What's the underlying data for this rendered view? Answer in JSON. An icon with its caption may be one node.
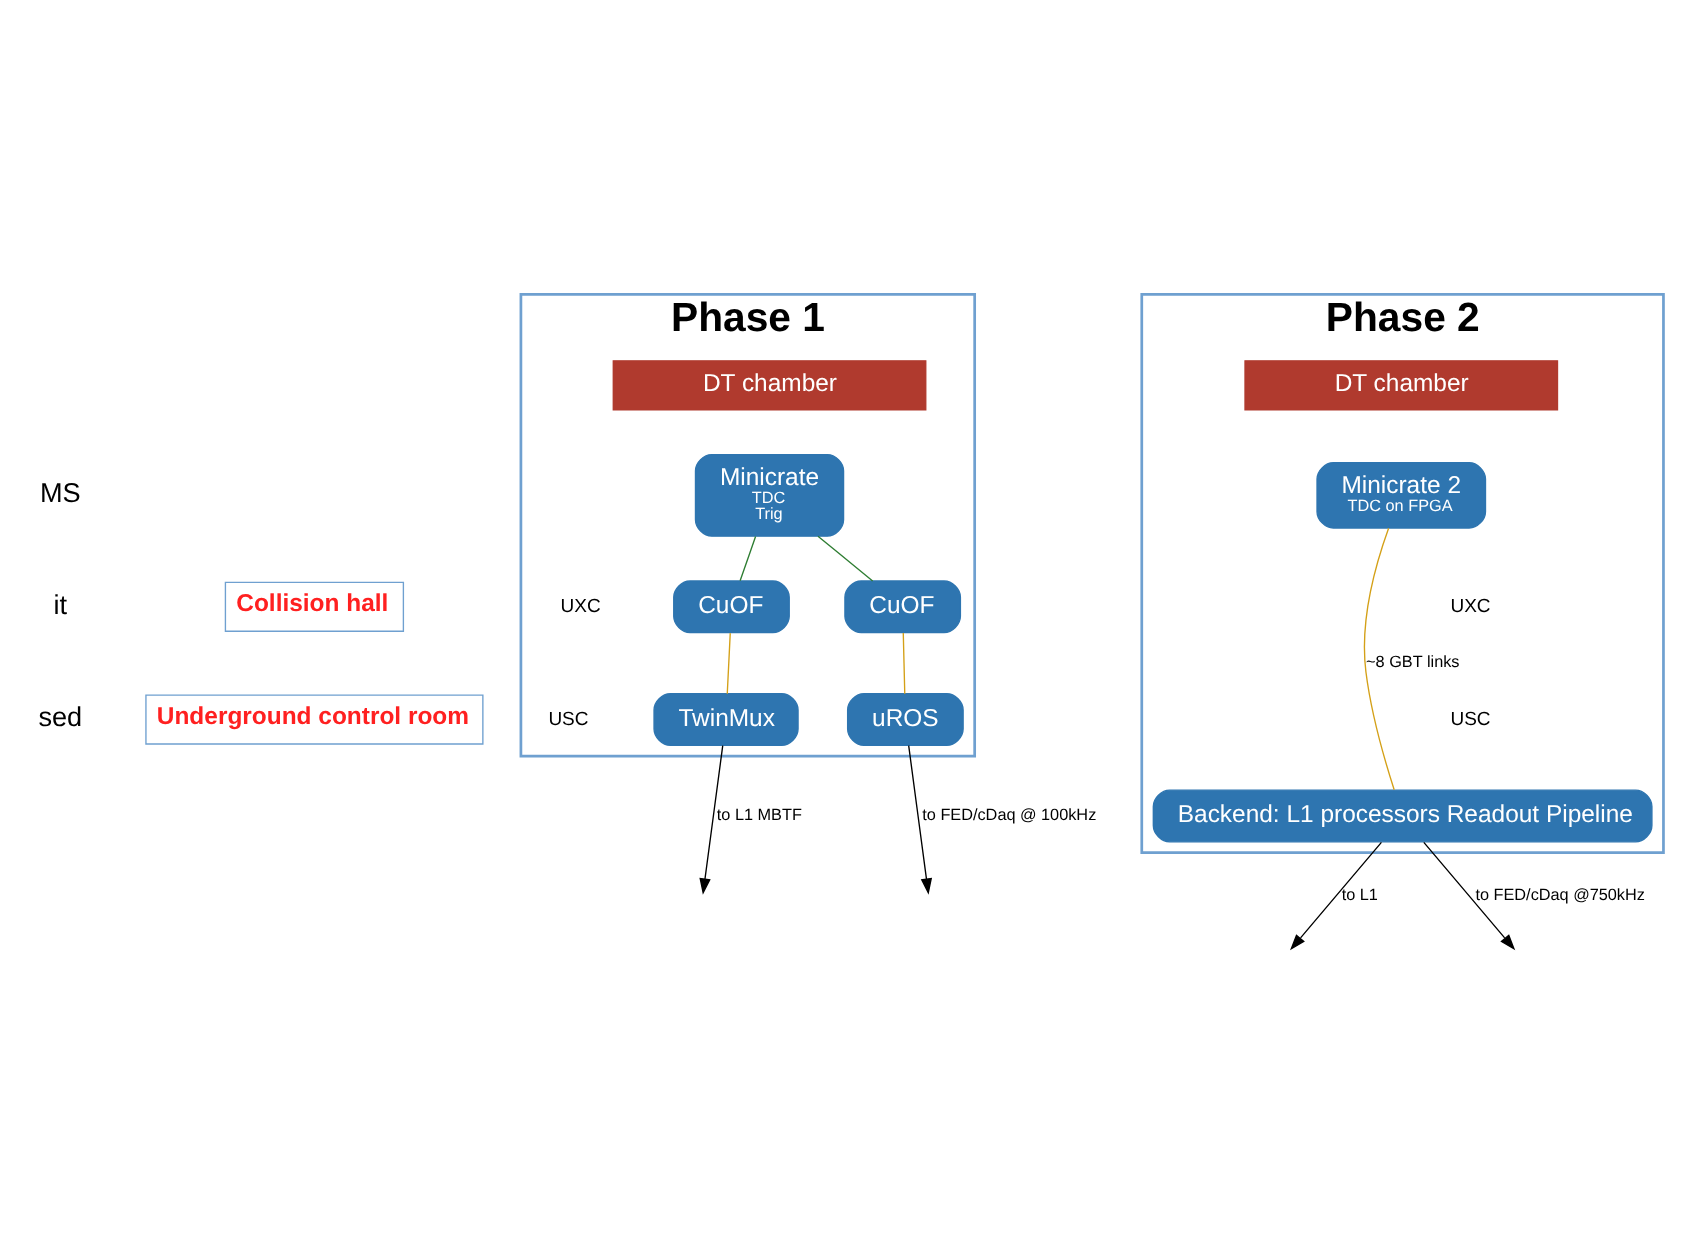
{
  "diagram": {
    "nodes": [
      {
        "text": [
          "Phase 1"
        ]
      },
      {
        "text": [
          "DT chamber"
        ],
        "in": 0
      },
      {
        "text": [
          "Minicrate",
          "TDC",
          "Trig"
        ],
        "in": 0
      },
      {
        "text": [
          "CuOF"
        ],
        "in": 0
      },
      {
        "text": [
          "CuOF"
        ],
        "in": 0
      },
      {
        "text": [
          "TwinMux"
        ],
        "in": 0
      },
      {
        "text": [
          "uROS"
        ],
        "in": 0
      },
      {
        "text": [
          "Collision hall"
        ]
      },
      {
        "text": [
          "Underground control room"
        ]
      },
      {
        "text": [
          "Phase 2"
        ]
      },
      {
        "text": [
          "DT chamber"
        ],
        "in": 9
      },
      {
        "text": [
          "Minicrate 2",
          "TDC on FPGA"
        ],
        "in": 9
      },
      {
        "text": [
          "Backend: L1 processors Readout Pipeline"
        ],
        "in": 9
      }
    ],
    "edges": [
      {
        "from": 2,
        "to": 3,
        "arrow": "none",
        "color": "#2e7d32"
      },
      {
        "from": 2,
        "to": 4,
        "arrow": "none",
        "color": "#2e7d32"
      },
      {
        "from": 3,
        "to": 6,
        "arrow": "none",
        "color": "#d4a017"
      },
      {
        "from": 4,
        "to": 5,
        "arrow": "none",
        "color": "#d4a017"
      },
      {
        "from": 5,
        "to": null,
        "arrow": "to",
        "label": "to L1 MBTF"
      },
      {
        "from": 6,
        "to": null,
        "arrow": "to",
        "label": "to FED/cDaq @ 100kHz"
      },
      {
        "from": 11,
        "to": 12,
        "arrow": "none",
        "label": "~8 GBT links",
        "color": "#d4a017"
      },
      {
        "from": 12,
        "to": null,
        "arrow": "to",
        "label": "to L1"
      },
      {
        "from": 12,
        "to": null,
        "arrow": "to",
        "label": "to FED/cDaq @750kHz"
      }
    ],
    "labels": [
      "MS",
      "it",
      "sed",
      "UXC",
      "USC",
      "UXC",
      "USC"
    ]
  }
}
